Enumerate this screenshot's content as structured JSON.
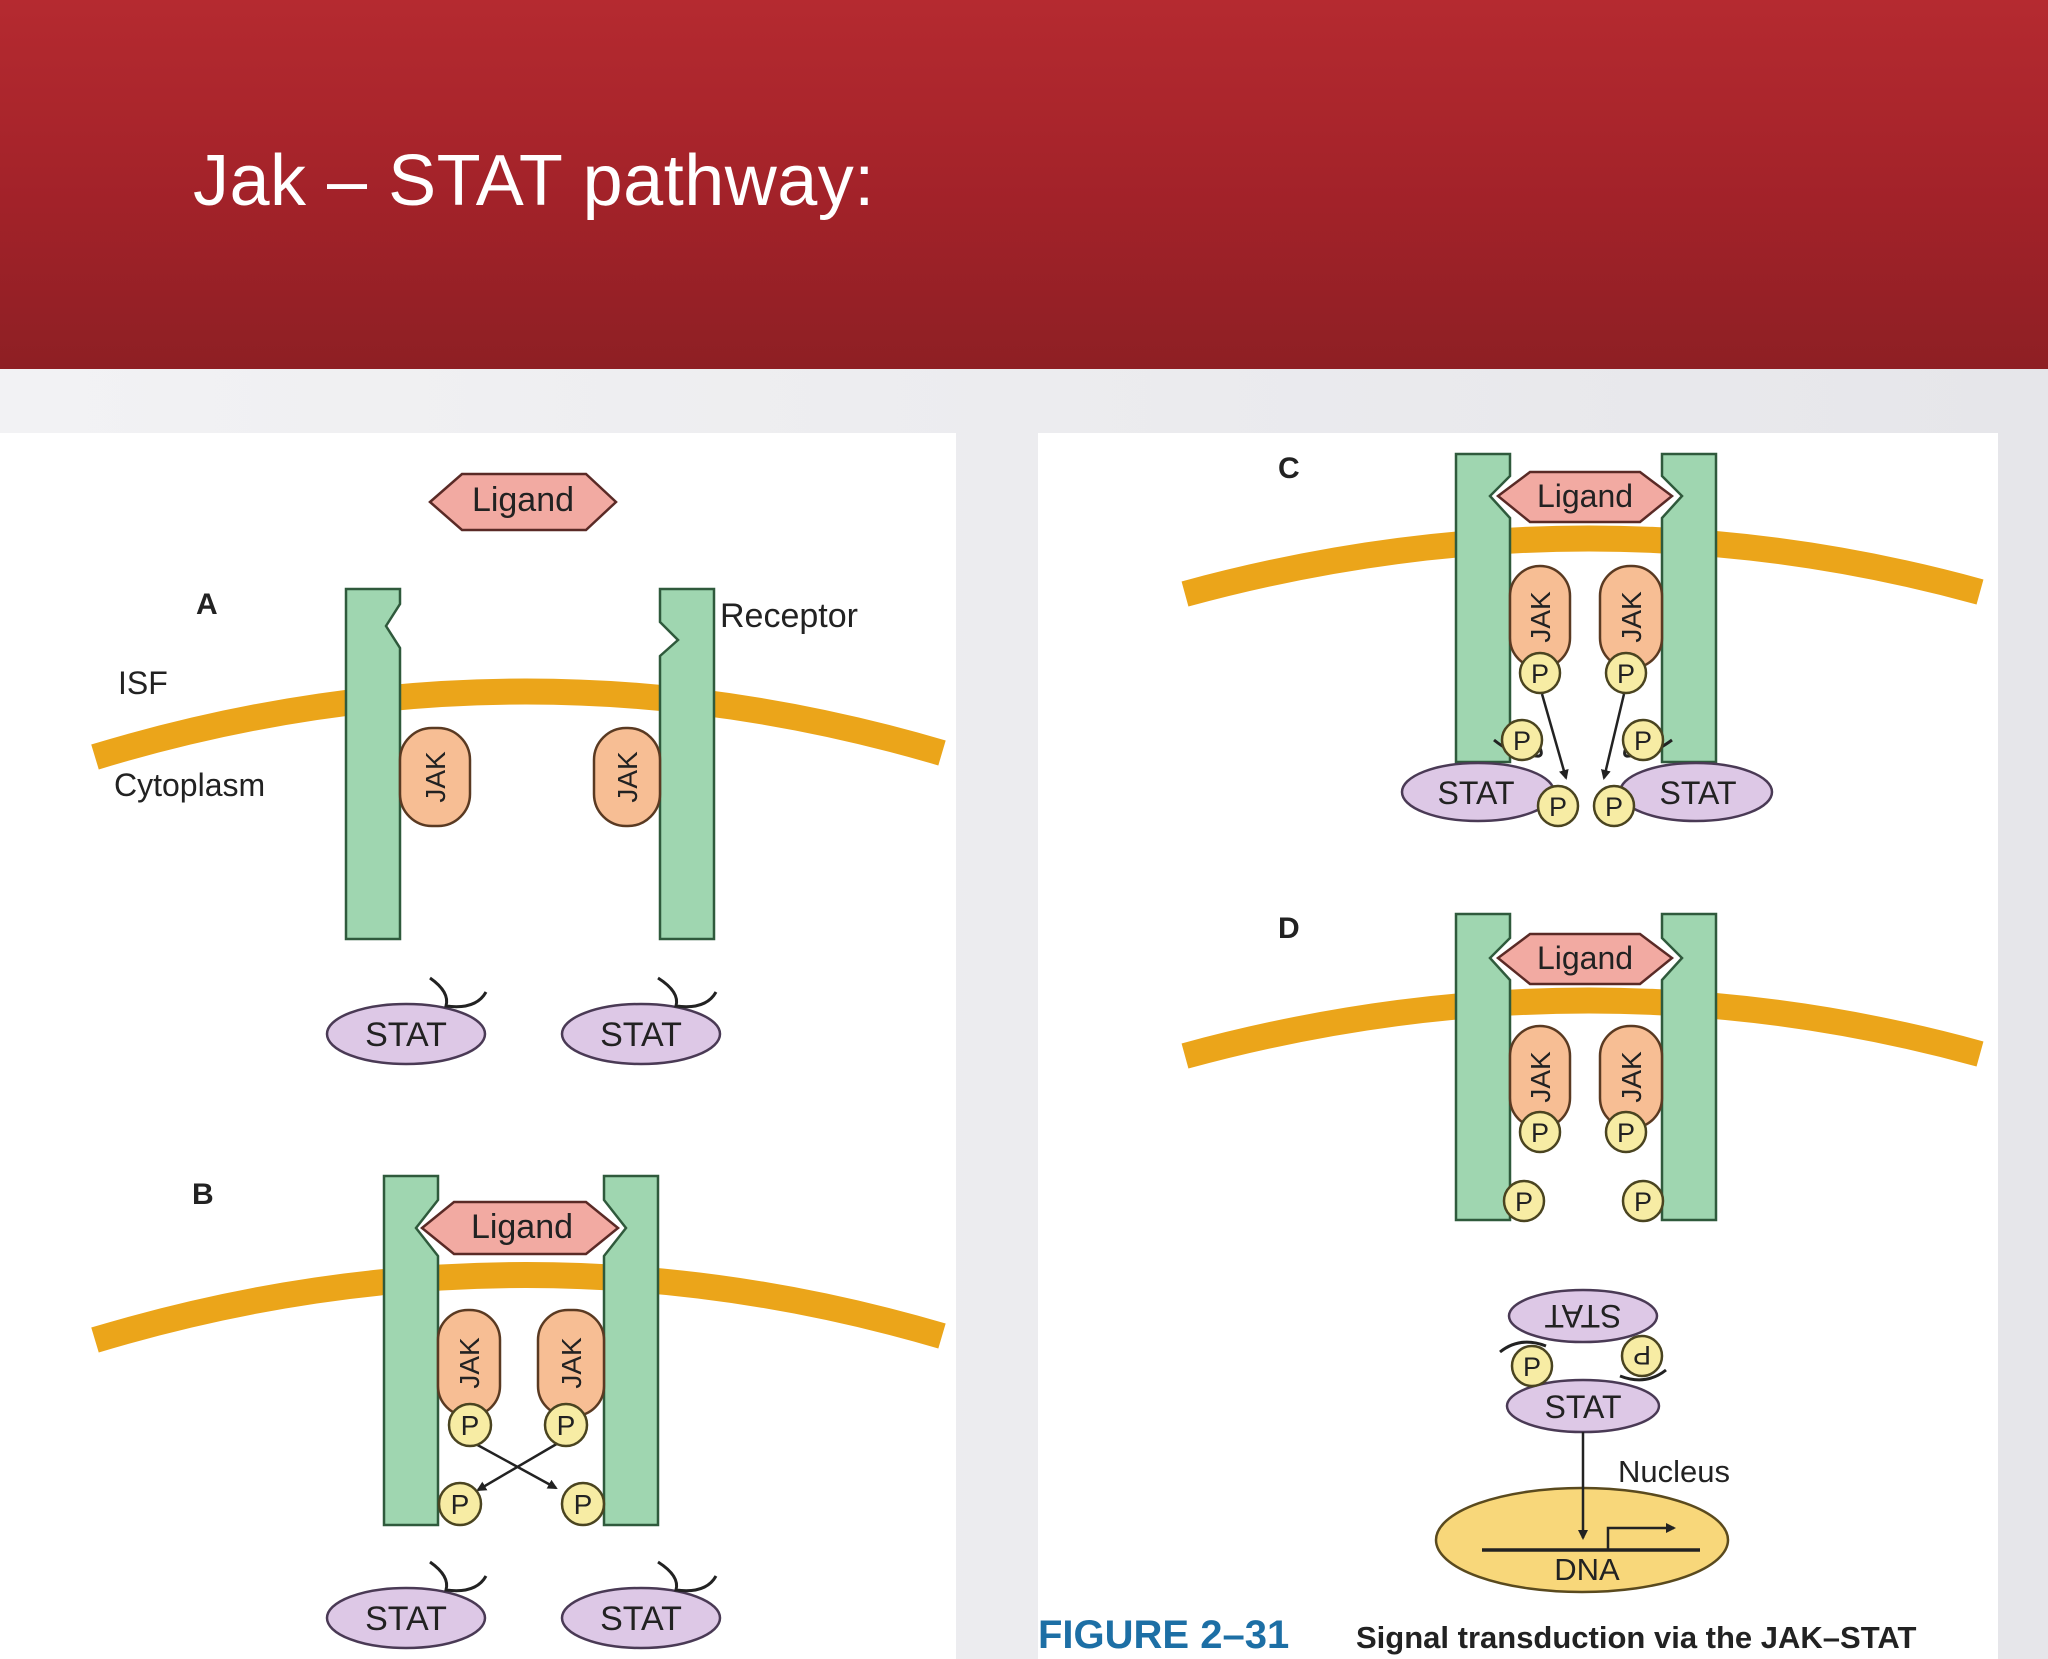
{
  "slide": {
    "title": "Jak – STAT pathway:",
    "header_color": "#a8252c"
  },
  "diagram": {
    "panels": {
      "A": {
        "letter": "A",
        "ligand": "Ligand",
        "receptor": "Receptor",
        "isf": "ISF",
        "cytoplasm": "Cytoplasm",
        "jak": "JAK",
        "stat": "STAT"
      },
      "B": {
        "letter": "B",
        "ligand": "Ligand",
        "jak": "JAK",
        "p": "P",
        "stat": "STAT"
      },
      "C": {
        "letter": "C",
        "ligand": "Ligand",
        "jak": "JAK",
        "p": "P",
        "stat": "STAT"
      },
      "D": {
        "letter": "D",
        "ligand": "Ligand",
        "jak": "JAK",
        "p": "P",
        "stat": "STAT",
        "nucleus": "Nucleus",
        "dna": "DNA"
      }
    },
    "caption": {
      "figure": "FIGURE 2–31",
      "text": "Signal transduction via the JAK–STAT"
    },
    "colors": {
      "membrane": "#eba51a",
      "receptor": "#9fd6b0",
      "jak": "#f7be94",
      "phosphate": "#f7eca4",
      "stat": "#ddc8e6",
      "ligand": "#f2aaa2",
      "nucleus": "#f8d77a",
      "caption_blue": "#1d6fa5"
    }
  }
}
